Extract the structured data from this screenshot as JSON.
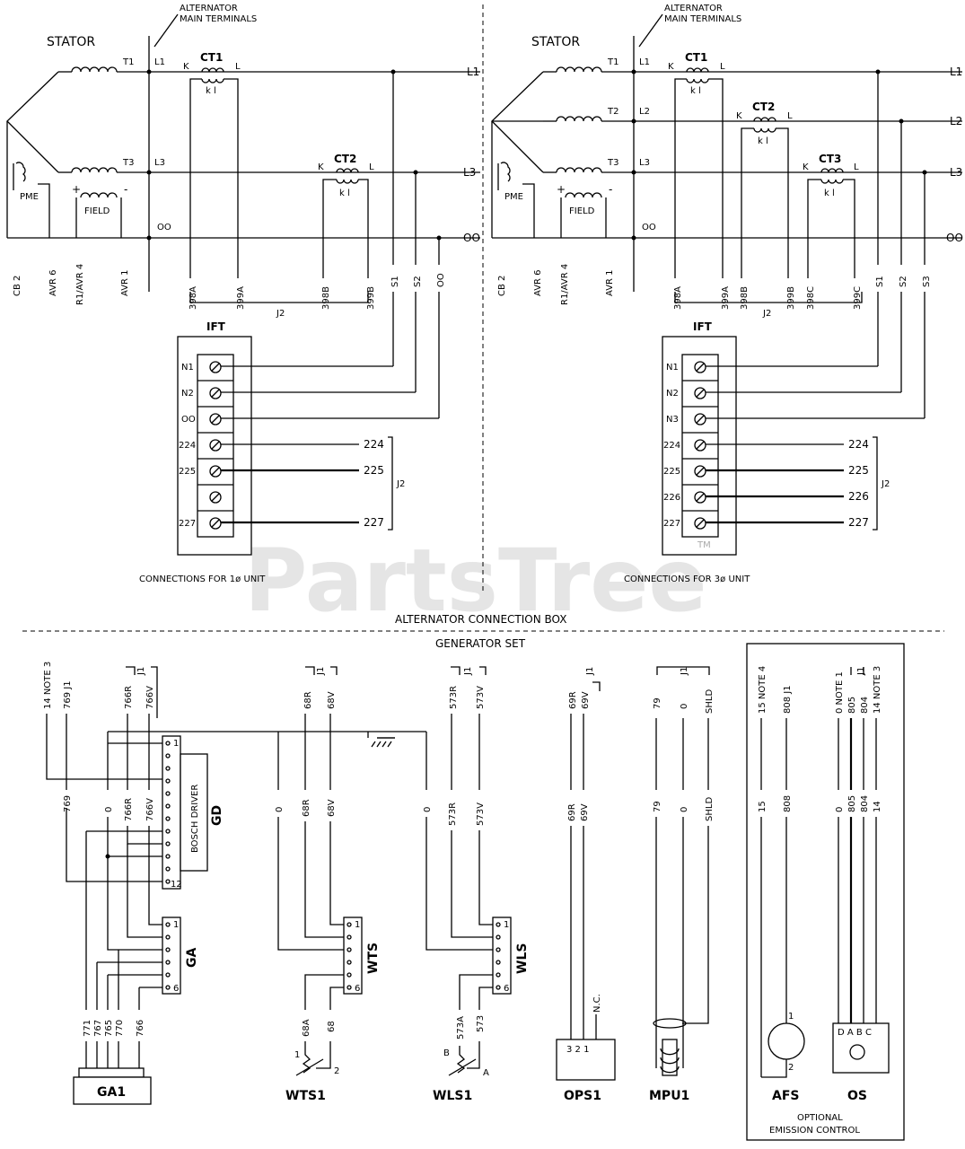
{
  "labels": {
    "alt_term_1": "ALTERNATOR",
    "alt_term_2": "MAIN TERMINALS",
    "stator": "STATOR",
    "T1": "T1",
    "T2": "T2",
    "T3": "T3",
    "L1": "L1",
    "L2": "L2",
    "L3": "L3",
    "OO": "OO",
    "CT1": "CT1",
    "CT2": "CT2",
    "CT3": "CT3",
    "K": "K",
    "L": "L",
    "kl": "k l",
    "PME": "PME",
    "FIELD": "FIELD",
    "plus": "+",
    "minus": "-",
    "CB2": "CB 2",
    "AVR6": "AVR 6",
    "R1AVR4": "R1/AVR 4",
    "AVR1": "AVR 1",
    "w398A": "398A",
    "w399A": "399A",
    "w398B": "398B",
    "w399B": "399B",
    "w398C": "398C",
    "w399C": "399C",
    "S1": "S1",
    "S2": "S2",
    "S3": "S3",
    "OOw": "OO",
    "J2": "J2",
    "IFT": "IFT",
    "N1": "N1",
    "N2": "N2",
    "N3": "N3",
    "t224": "224",
    "t225": "225",
    "t226": "226",
    "t227": "227",
    "conn1": "CONNECTIONS FOR 1ø UNIT",
    "conn3": "CONNECTIONS FOR 3ø UNIT",
    "altbox": "ALTERNATOR CONNECTION BOX",
    "genset": "GENERATOR SET",
    "tm": "TM",
    "watermark": "PartsTree"
  },
  "bottom": {
    "note14": "14 NOTE 3",
    "w769J1": "769 J1",
    "w766R": "766R",
    "w766V": "766V",
    "J1": "J1",
    "w769": "769",
    "w0": "0",
    "bosch": "BOSCH DRIVER",
    "GD": "GD",
    "pin1": "1",
    "pin12": "12",
    "pin6": "6",
    "GA": "GA",
    "w771": "771",
    "w767": "767",
    "w765": "765",
    "w770": "770",
    "w766": "766",
    "GA1": "GA1",
    "w68R": "68R",
    "w68V": "68V",
    "WTS": "WTS",
    "w68A": "68A",
    "w68": "68",
    "WTS1": "WTS1",
    "n1": "1",
    "n2": "2",
    "w573R": "573R",
    "w573V": "573V",
    "WLS": "WLS",
    "w573A": "573A",
    "w573": "573",
    "WLS1": "WLS1",
    "B": "B",
    "A": "A",
    "w69R": "69R",
    "w69V": "69V",
    "NC": "N.C.",
    "p321": "3 2 1",
    "OPS1": "OPS1",
    "w79": "79",
    "SHLD": "SHLD",
    "MPU1": "MPU1",
    "w15note4": "15 NOTE 4",
    "w808J1": "808 J1",
    "w15": "15",
    "w808": "808",
    "AFS": "AFS",
    "w0note1": "0 NOTE 1",
    "w805": "805",
    "w804": "804",
    "w14note3": "14 NOTE 3",
    "w14": "14",
    "DABC": "D A B C",
    "OS": "OS",
    "optional1": "OPTIONAL",
    "optional2": "EMISSION CONTROL"
  }
}
